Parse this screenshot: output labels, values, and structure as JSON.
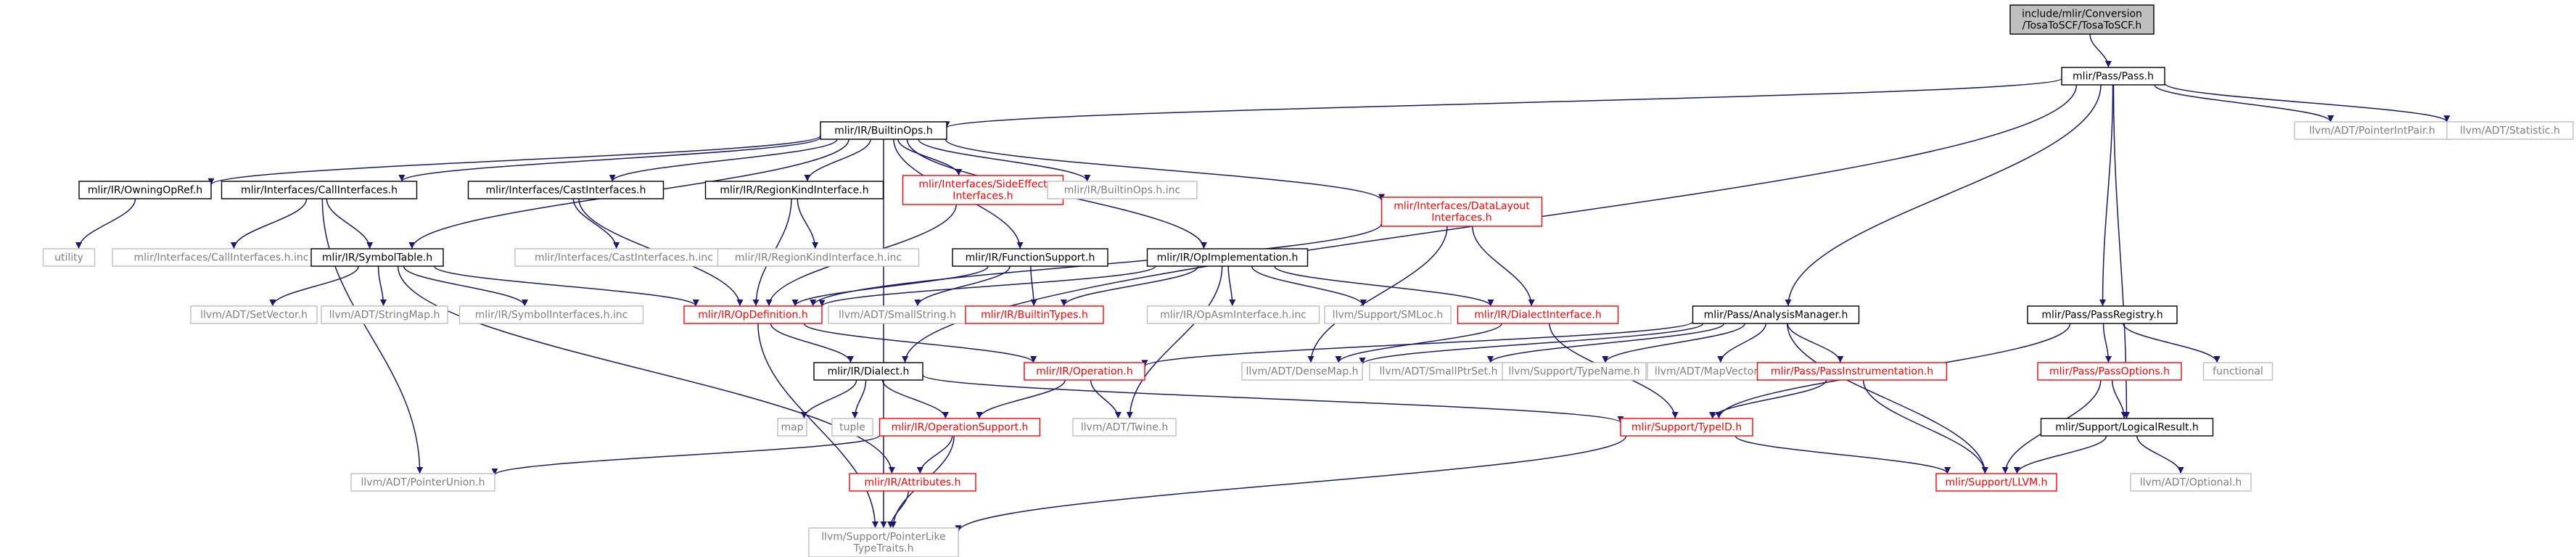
{
  "nodes": [
    {
      "id": "root",
      "lines": [
        "include/mlir/Conversion",
        "/TosaToSCF/TosaToSCF.h"
      ],
      "style": "root"
    },
    {
      "id": "pass",
      "lines": [
        "mlir/Pass/Pass.h"
      ],
      "style": "normal"
    },
    {
      "id": "builtinops",
      "lines": [
        "mlir/IR/BuiltinOps.h"
      ],
      "style": "normal"
    },
    {
      "id": "pointerintpair",
      "lines": [
        "llvm/ADT/PointerIntPair.h"
      ],
      "style": "gray"
    },
    {
      "id": "statistic",
      "lines": [
        "llvm/ADT/Statistic.h"
      ],
      "style": "gray"
    },
    {
      "id": "owningopref",
      "lines": [
        "mlir/IR/OwningOpRef.h"
      ],
      "style": "normal"
    },
    {
      "id": "callinterfaces",
      "lines": [
        "mlir/Interfaces/CallInterfaces.h"
      ],
      "style": "normal"
    },
    {
      "id": "castinterfaces",
      "lines": [
        "mlir/Interfaces/CastInterfaces.h"
      ],
      "style": "normal"
    },
    {
      "id": "regionkind",
      "lines": [
        "mlir/IR/RegionKindInterface.h"
      ],
      "style": "normal"
    },
    {
      "id": "sideeffect",
      "lines": [
        "mlir/Interfaces/SideEffect",
        "Interfaces.h"
      ],
      "style": "red"
    },
    {
      "id": "builtinopsinc",
      "lines": [
        "mlir/IR/BuiltinOps.h.inc"
      ],
      "style": "gray"
    },
    {
      "id": "datalayout",
      "lines": [
        "mlir/Interfaces/DataLayout",
        "Interfaces.h"
      ],
      "style": "red"
    },
    {
      "id": "utility",
      "lines": [
        "utility"
      ],
      "style": "gray"
    },
    {
      "id": "callinc",
      "lines": [
        "mlir/Interfaces/CallInterfaces.h.inc"
      ],
      "style": "gray"
    },
    {
      "id": "symboltable",
      "lines": [
        "mlir/IR/SymbolTable.h"
      ],
      "style": "normal"
    },
    {
      "id": "castinc",
      "lines": [
        "mlir/Interfaces/CastInterfaces.h.inc"
      ],
      "style": "gray"
    },
    {
      "id": "regionkindinc",
      "lines": [
        "mlir/IR/RegionKindInterface.h.inc"
      ],
      "style": "gray"
    },
    {
      "id": "functionsupport",
      "lines": [
        "mlir/IR/FunctionSupport.h"
      ],
      "style": "normal"
    },
    {
      "id": "opimpl",
      "lines": [
        "mlir/IR/OpImplementation.h"
      ],
      "style": "normal"
    },
    {
      "id": "setvector",
      "lines": [
        "llvm/ADT/SetVector.h"
      ],
      "style": "gray"
    },
    {
      "id": "stringmap",
      "lines": [
        "llvm/ADT/StringMap.h"
      ],
      "style": "gray"
    },
    {
      "id": "symbolinc",
      "lines": [
        "mlir/IR/SymbolInterfaces.h.inc"
      ],
      "style": "gray"
    },
    {
      "id": "opdefinition",
      "lines": [
        "mlir/IR/OpDefinition.h"
      ],
      "style": "red"
    },
    {
      "id": "smallstring",
      "lines": [
        "llvm/ADT/SmallString.h"
      ],
      "style": "gray"
    },
    {
      "id": "builtintypes",
      "lines": [
        "mlir/IR/BuiltinTypes.h"
      ],
      "style": "red"
    },
    {
      "id": "opasminc",
      "lines": [
        "mlir/IR/OpAsmInterface.h.inc"
      ],
      "style": "gray"
    },
    {
      "id": "smloc",
      "lines": [
        "llvm/Support/SMLoc.h"
      ],
      "style": "gray"
    },
    {
      "id": "dialectinterface",
      "lines": [
        "mlir/IR/DialectInterface.h"
      ],
      "style": "red"
    },
    {
      "id": "analysismanager",
      "lines": [
        "mlir/Pass/AnalysisManager.h"
      ],
      "style": "normal"
    },
    {
      "id": "passregistry",
      "lines": [
        "mlir/Pass/PassRegistry.h"
      ],
      "style": "normal"
    },
    {
      "id": "dialect",
      "lines": [
        "mlir/IR/Dialect.h"
      ],
      "style": "normal"
    },
    {
      "id": "operation",
      "lines": [
        "mlir/IR/Operation.h"
      ],
      "style": "red"
    },
    {
      "id": "densemap",
      "lines": [
        "llvm/ADT/DenseMap.h"
      ],
      "style": "gray"
    },
    {
      "id": "smallptrset",
      "lines": [
        "llvm/ADT/SmallPtrSet.h"
      ],
      "style": "gray"
    },
    {
      "id": "typename",
      "lines": [
        "llvm/Support/TypeName.h"
      ],
      "style": "gray"
    },
    {
      "id": "mapvector",
      "lines": [
        "llvm/ADT/MapVector.h"
      ],
      "style": "gray"
    },
    {
      "id": "passinstr",
      "lines": [
        "mlir/Pass/PassInstrumentation.h"
      ],
      "style": "red"
    },
    {
      "id": "passoptions",
      "lines": [
        "mlir/Pass/PassOptions.h"
      ],
      "style": "red"
    },
    {
      "id": "functional",
      "lines": [
        "functional"
      ],
      "style": "gray"
    },
    {
      "id": "map",
      "lines": [
        "map"
      ],
      "style": "gray"
    },
    {
      "id": "tuple",
      "lines": [
        "tuple"
      ],
      "style": "gray"
    },
    {
      "id": "opsupport",
      "lines": [
        "mlir/IR/OperationSupport.h"
      ],
      "style": "red"
    },
    {
      "id": "twine",
      "lines": [
        "llvm/ADT/Twine.h"
      ],
      "style": "gray"
    },
    {
      "id": "typeid",
      "lines": [
        "mlir/Support/TypeID.h"
      ],
      "style": "red"
    },
    {
      "id": "logicalresult",
      "lines": [
        "mlir/Support/LogicalResult.h"
      ],
      "style": "normal"
    },
    {
      "id": "pointerunion",
      "lines": [
        "llvm/ADT/PointerUnion.h"
      ],
      "style": "gray"
    },
    {
      "id": "attributes",
      "lines": [
        "mlir/IR/Attributes.h"
      ],
      "style": "red"
    },
    {
      "id": "supportllvm",
      "lines": [
        "mlir/Support/LLVM.h"
      ],
      "style": "red"
    },
    {
      "id": "optional",
      "lines": [
        "llvm/ADT/Optional.h"
      ],
      "style": "gray"
    },
    {
      "id": "pointerlike",
      "lines": [
        "llvm/Support/PointerLike",
        "TypeTraits.h"
      ],
      "style": "gray"
    }
  ],
  "edges": [
    [
      "root",
      "pass"
    ],
    [
      "pass",
      "builtinops"
    ],
    [
      "pass",
      "dialect"
    ],
    [
      "pass",
      "analysismanager"
    ],
    [
      "pass",
      "passregistry"
    ],
    [
      "pass",
      "logicalresult"
    ],
    [
      "pass",
      "pointerintpair"
    ],
    [
      "pass",
      "statistic"
    ],
    [
      "builtinops",
      "owningopref"
    ],
    [
      "builtinops",
      "callinterfaces"
    ],
    [
      "builtinops",
      "symboltable"
    ],
    [
      "builtinops",
      "castinterfaces"
    ],
    [
      "builtinops",
      "regionkind"
    ],
    [
      "builtinops",
      "sideeffect"
    ],
    [
      "builtinops",
      "functionsupport"
    ],
    [
      "builtinops",
      "builtinopsinc"
    ],
    [
      "builtinops",
      "opimpl"
    ],
    [
      "builtinops",
      "datalayout"
    ],
    [
      "builtinops",
      "pointerlike"
    ],
    [
      "owningopref",
      "utility"
    ],
    [
      "callinterfaces",
      "callinc"
    ],
    [
      "callinterfaces",
      "symboltable"
    ],
    [
      "callinterfaces",
      "pointerunion"
    ],
    [
      "castinterfaces",
      "castinc"
    ],
    [
      "castinterfaces",
      "opdefinition"
    ],
    [
      "regionkind",
      "regionkindinc"
    ],
    [
      "regionkind",
      "opdefinition"
    ],
    [
      "sideeffect",
      "opdefinition"
    ],
    [
      "symboltable",
      "setvector"
    ],
    [
      "symboltable",
      "stringmap"
    ],
    [
      "symboltable",
      "symbolinc"
    ],
    [
      "symboltable",
      "opdefinition"
    ],
    [
      "symboltable",
      "attributes"
    ],
    [
      "functionsupport",
      "opdefinition"
    ],
    [
      "functionsupport",
      "smallstring"
    ],
    [
      "functionsupport",
      "builtintypes"
    ],
    [
      "opimpl",
      "opdefinition"
    ],
    [
      "opimpl",
      "builtintypes"
    ],
    [
      "opimpl",
      "opasminc"
    ],
    [
      "opimpl",
      "smloc"
    ],
    [
      "opimpl",
      "dialectinterface"
    ],
    [
      "opimpl",
      "twine"
    ],
    [
      "datalayout",
      "opdefinition"
    ],
    [
      "datalayout",
      "dialectinterface"
    ],
    [
      "datalayout",
      "densemap"
    ],
    [
      "opdefinition",
      "operation"
    ],
    [
      "opdefinition",
      "dialect"
    ],
    [
      "opdefinition",
      "pointerlike"
    ],
    [
      "dialectinterface",
      "densemap"
    ],
    [
      "dialectinterface",
      "typeid"
    ],
    [
      "analysismanager",
      "operation"
    ],
    [
      "analysismanager",
      "densemap"
    ],
    [
      "analysismanager",
      "smallptrset"
    ],
    [
      "analysismanager",
      "typename"
    ],
    [
      "analysismanager",
      "mapvector"
    ],
    [
      "analysismanager",
      "passinstr"
    ],
    [
      "analysismanager",
      "supportllvm"
    ],
    [
      "passregistry",
      "passoptions"
    ],
    [
      "passregistry",
      "functional"
    ],
    [
      "passregistry",
      "typeid"
    ],
    [
      "dialect",
      "map"
    ],
    [
      "dialect",
      "tuple"
    ],
    [
      "dialect",
      "opsupport"
    ],
    [
      "dialect",
      "typeid"
    ],
    [
      "operation",
      "opsupport"
    ],
    [
      "operation",
      "twine"
    ],
    [
      "passinstr",
      "typeid"
    ],
    [
      "passinstr",
      "supportllvm"
    ],
    [
      "passoptions",
      "supportllvm"
    ],
    [
      "passoptions",
      "logicalresult"
    ],
    [
      "opsupport",
      "pointerunion"
    ],
    [
      "opsupport",
      "attributes"
    ],
    [
      "opsupport",
      "pointerlike"
    ],
    [
      "typeid",
      "supportllvm"
    ],
    [
      "typeid",
      "pointerlike"
    ],
    [
      "logicalresult",
      "supportllvm"
    ],
    [
      "logicalresult",
      "optional"
    ],
    [
      "attributes",
      "pointerlike"
    ]
  ]
}
